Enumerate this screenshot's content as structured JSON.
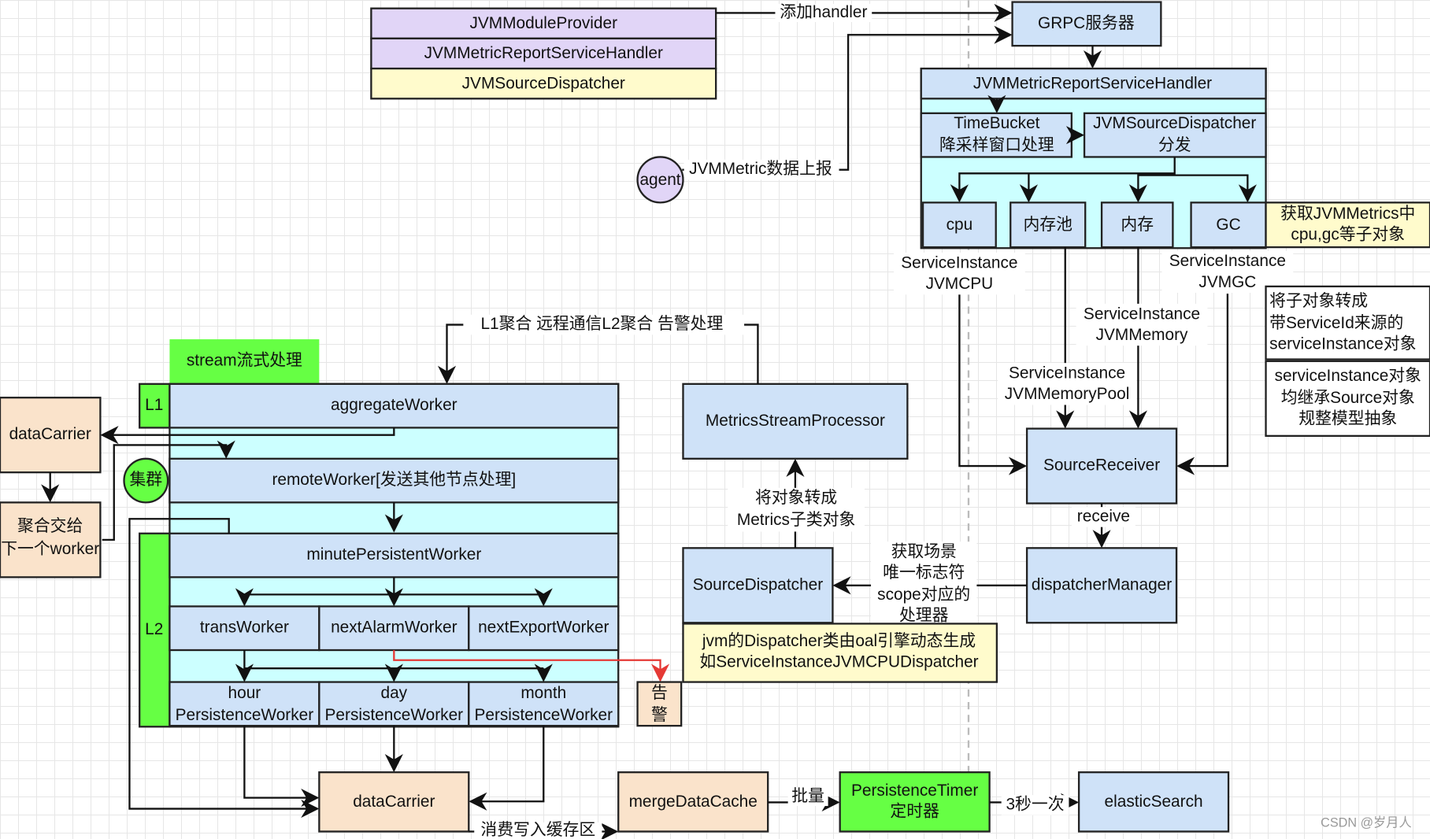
{
  "colors": {
    "purple": "#e1d5f7",
    "yellow": "#fffbcc",
    "blue": "#cfe2f8",
    "cyan": "#ccffff",
    "green": "#66ff44",
    "peach": "#fae3cb",
    "alarm": "#e53935"
  },
  "top_stack": [
    "JVMModuleProvider",
    "JVMMetricReportServiceHandler",
    "JVMSourceDispatcher"
  ],
  "grpc": "GRPC服务器",
  "handler": {
    "title": "JVMMetricReportServiceHandler",
    "timebucket": [
      "TimeBucket",
      "降采样窗口处理"
    ],
    "dispatcher": [
      "JVMSourceDispatcher",
      "分发"
    ],
    "children": [
      "cpu",
      "内存池",
      "内存",
      "GC"
    ]
  },
  "notes": {
    "fetch": [
      "获取JVMMetrics中",
      "cpu,gc等子对象"
    ],
    "convert": [
      "将子对象转成",
      "带ServiceId来源的",
      "serviceInstance对象"
    ],
    "inherit": [
      "serviceInstance对象",
      "均继承Source对象",
      "规整模型抽象"
    ],
    "jvm_dispatcher": [
      "jvm的Dispatcher类由oal引擎动态生成",
      "如ServiceInstanceJVMCPUDispatcher"
    ]
  },
  "sources": {
    "cpu": [
      "ServiceInstance",
      "JVMCPU"
    ],
    "gc": [
      "ServiceInstance",
      "JVMGC"
    ],
    "memory": [
      "ServiceInstance",
      "JVMMemory"
    ],
    "pool": [
      "ServiceInstance",
      "JVMMemoryPool"
    ]
  },
  "agent": "agent",
  "edges": {
    "add_handler": "添加handler",
    "report": "JVMMetric数据上报",
    "stream_flow": "L1聚合  远程通信L2聚合  告警处理",
    "to_metrics": [
      "将对象转成",
      "Metrics子类对象"
    ],
    "receive": "receive",
    "scene": [
      "获取场景",
      "唯一标志符",
      "scope对应的",
      "处理器"
    ],
    "batch": "批量",
    "every3s": "3秒一次",
    "consume": "消费写入缓存区"
  },
  "nodes": {
    "source_receiver": "SourceReceiver",
    "dispatcher_manager": "dispatcherManager",
    "metrics_stream_processor": "MetricsStreamProcessor",
    "source_dispatcher": "SourceDispatcher",
    "merge_cache": "mergeDataCache",
    "timer": [
      "PersistenceTimer",
      "定时器"
    ],
    "es": "elasticSearch",
    "data_carrier_bottom": "dataCarrier",
    "data_carrier_left": "dataCarrier",
    "aggregate_next": [
      "聚合交给",
      "下一个worker"
    ],
    "alarm": [
      "告",
      "警"
    ]
  },
  "stream": {
    "title": "stream流式处理",
    "l1": "L1",
    "l2": "L2",
    "cluster": "集群",
    "aggregate": "aggregateWorker",
    "remote": "remoteWorker[发送其他节点处理]",
    "minute": "minutePersistentWorker",
    "row1": [
      "transWorker",
      "nextAlarmWorker",
      "nextExportWorker"
    ],
    "row2": [
      [
        "hour",
        "PersistenceWorker"
      ],
      [
        "day",
        "PersistenceWorker"
      ],
      [
        "month",
        "PersistenceWorker"
      ]
    ]
  },
  "watermark": "CSDN @岁月人"
}
